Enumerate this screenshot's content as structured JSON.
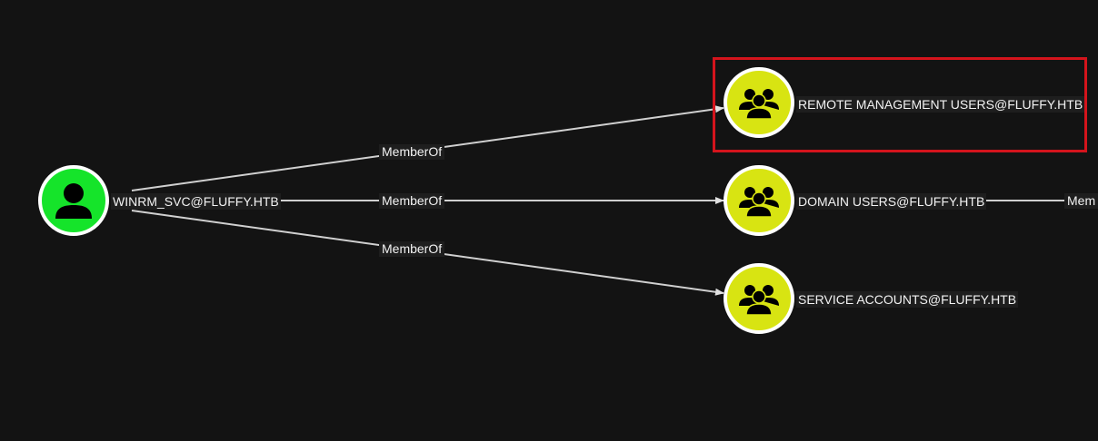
{
  "graph": {
    "source": {
      "label": "WINRM_SVC@FLUFFY.HTB",
      "kind": "user",
      "color": "#15e42a",
      "icon": "user-icon"
    },
    "targets": [
      {
        "label": "REMOTE MANAGEMENT USERS@FLUFFY.HTB",
        "kind": "group",
        "color": "#d8e412",
        "icon": "group-icon",
        "highlighted": true
      },
      {
        "label": "DOMAIN USERS@FLUFFY.HTB",
        "kind": "group",
        "color": "#d8e412",
        "icon": "group-icon",
        "highlighted": false
      },
      {
        "label": "SERVICE ACCOUNTS@FLUFFY.HTB",
        "kind": "group",
        "color": "#d8e412",
        "icon": "group-icon",
        "highlighted": false
      }
    ],
    "edges": [
      {
        "label": "MemberOf",
        "from": "WINRM_SVC@FLUFFY.HTB",
        "to": "REMOTE MANAGEMENT USERS@FLUFFY.HTB"
      },
      {
        "label": "MemberOf",
        "from": "WINRM_SVC@FLUFFY.HTB",
        "to": "DOMAIN USERS@FLUFFY.HTB"
      },
      {
        "label": "MemberOf",
        "from": "WINRM_SVC@FLUFFY.HTB",
        "to": "SERVICE ACCOUNTS@FLUFFY.HTB"
      }
    ],
    "offscreen_edge_label": "Mem",
    "highlight_color": "#d4141c",
    "edge_color": "#d0d0d0"
  }
}
